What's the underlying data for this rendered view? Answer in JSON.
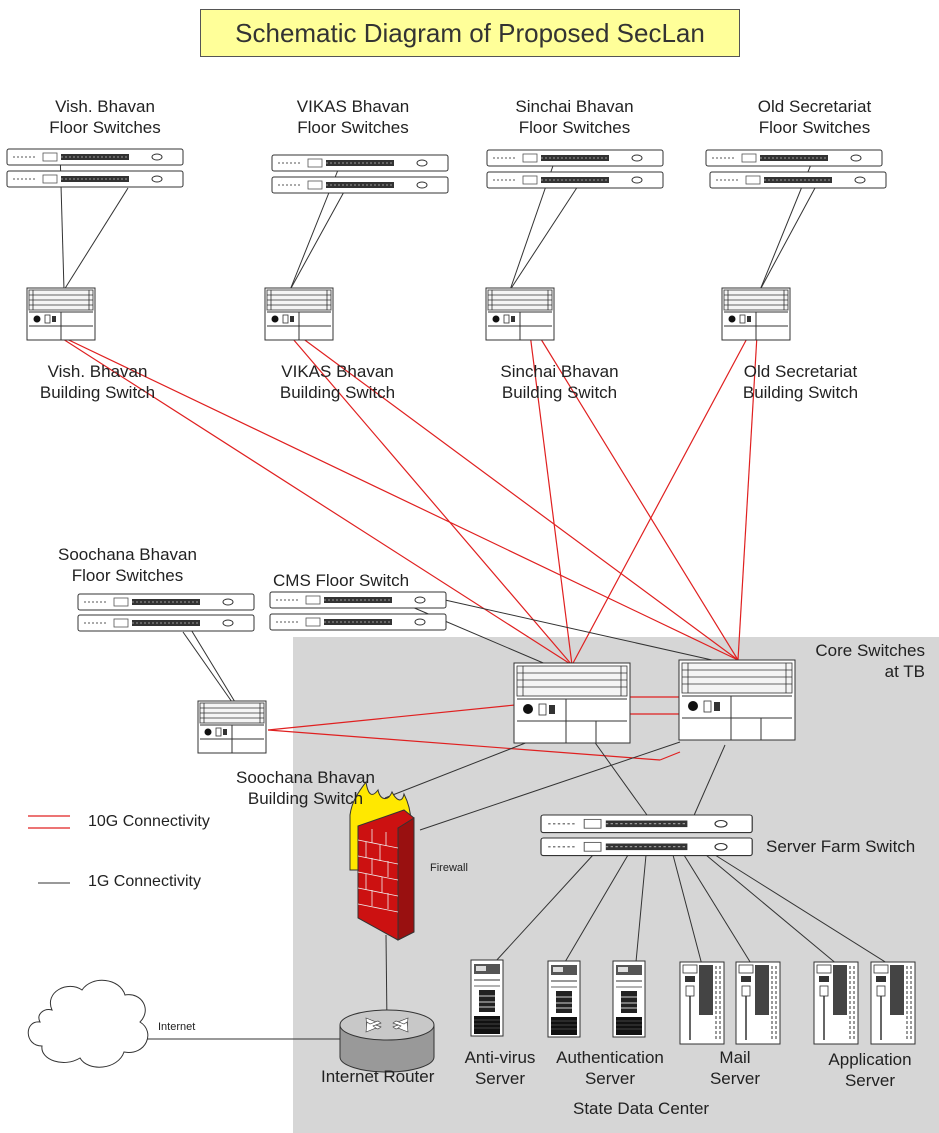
{
  "title": "Schematic Diagram of Proposed SecLan",
  "buildings": [
    {
      "floor_label": [
        "Vish. Bhavan",
        "Floor Switches"
      ],
      "building_label": [
        "Vish. Bhavan",
        "Building Switch"
      ]
    },
    {
      "floor_label": [
        "VIKAS Bhavan",
        "Floor Switches"
      ],
      "building_label": [
        "VIKAS Bhavan",
        "Building Switch"
      ]
    },
    {
      "floor_label": [
        "Sinchai Bhavan",
        "Floor Switches"
      ],
      "building_label": [
        "Sinchai Bhavan",
        "Building Switch"
      ]
    },
    {
      "floor_label": [
        "Old Secretariat",
        "Floor Switches"
      ],
      "building_label": [
        "Old Secretariat",
        "Building Switch"
      ]
    }
  ],
  "soochana": {
    "floor_label": [
      "Soochana Bhavan",
      "Floor Switches"
    ],
    "building_label": [
      "Soochana Bhavan",
      "Building Switch"
    ]
  },
  "cms_label": "CMS Floor Switch",
  "core_label": [
    "Core Switches",
    "at TB"
  ],
  "server_farm_label": "Server Farm Switch",
  "firewall_label": "Firewall",
  "internet_label": "Internet",
  "router_label": "Internet Router",
  "servers": [
    {
      "label": [
        "Anti-virus",
        "Server"
      ]
    },
    {
      "label": [
        "Authentication",
        "Server"
      ]
    },
    {
      "label": [
        "Mail",
        "Server"
      ]
    },
    {
      "label": [
        "Application",
        "Server"
      ]
    }
  ],
  "data_center_label": "State Data Center",
  "legend": [
    {
      "label": "10G Connectivity",
      "color": "#e02020"
    },
    {
      "label": "1G Connectivity",
      "color": "#333333"
    }
  ],
  "colors": {
    "zone": "#d6d6d6",
    "link_10g": "#e02020",
    "link_1g": "#333333",
    "title_bg": "#ffff99"
  }
}
